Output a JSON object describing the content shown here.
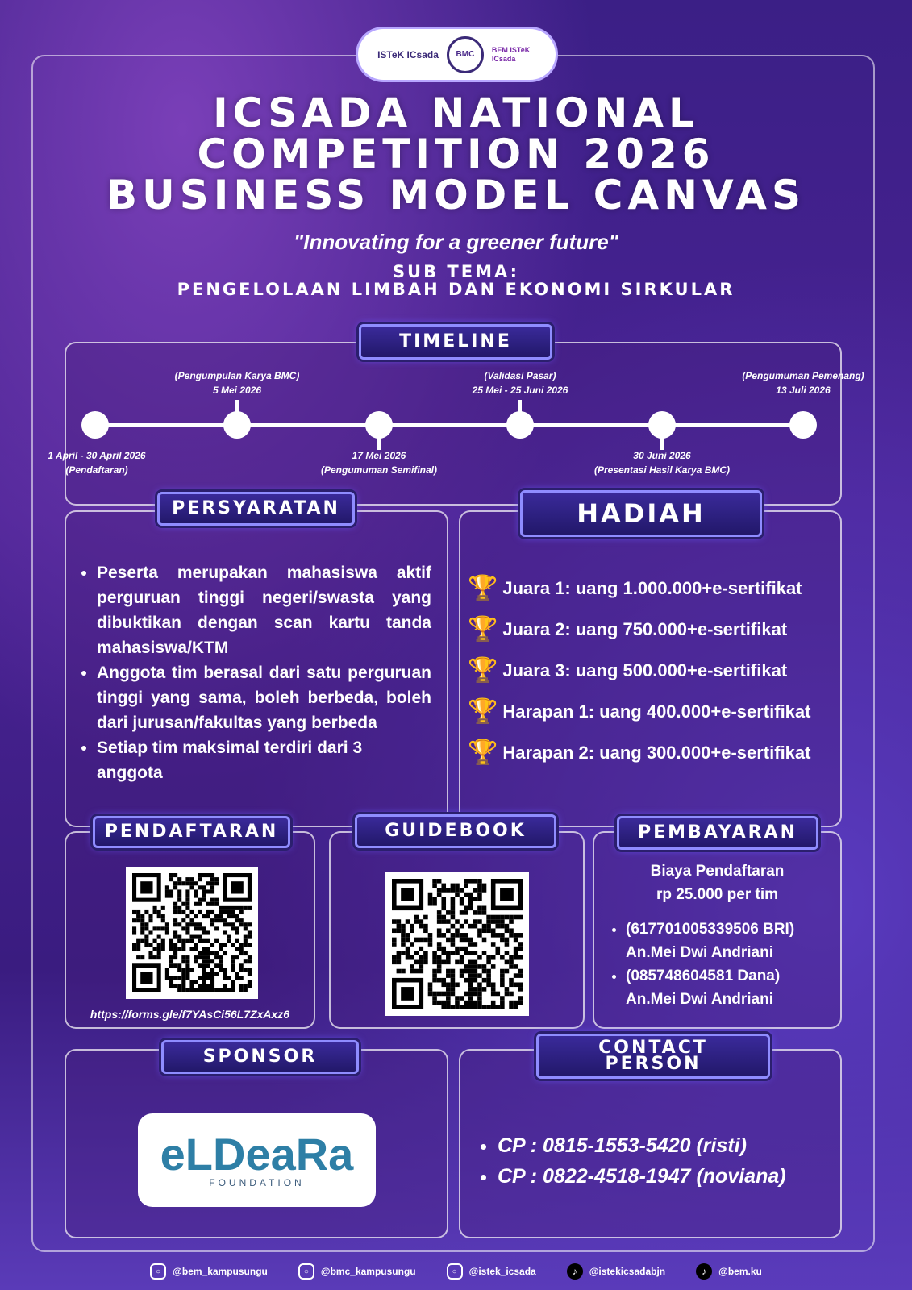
{
  "logos": {
    "istek": "ISTeK ICsada",
    "bmc": "BMC",
    "bem": "BEM ISTeK ICsada"
  },
  "title": {
    "line1": "ICSADA NATIONAL",
    "line2": "COMPETITION 2026",
    "line3": "BUSINESS MODEL CANVAS"
  },
  "quote": "\"Innovating for a greener future\"",
  "subtema": {
    "label": "SUB TEMA:",
    "text": "PENGELOLAAN LIMBAH DAN EKONOMI SIRKULAR"
  },
  "timeline": {
    "label": "TIMELINE",
    "events": [
      {
        "date": "1 April - 30 April 2026",
        "name": "(Pendaftaran)"
      },
      {
        "date": "5 Mei 2026",
        "name": "(Pengumpulan Karya BMC)"
      },
      {
        "date": "17 Mei 2026",
        "name": "(Pengumuman Semifinal)"
      },
      {
        "date": "25 Mei - 25 Juni 2026",
        "name": "(Validasi Pasar)"
      },
      {
        "date": "30 Juni 2026",
        "name": "(Presentasi Hasil Karya BMC)"
      },
      {
        "date": "13 Juli 2026",
        "name": "(Pengumuman Pemenang)"
      }
    ]
  },
  "persyaratan": {
    "label": "PERSYARATAN",
    "items": [
      "Peserta merupakan mahasiswa aktif perguruan tinggi negeri/swasta yang dibuktikan dengan scan kartu tanda mahasiswa/KTM",
      "Anggota tim berasal dari satu perguruan tinggi yang sama, boleh berbeda, boleh dari jurusan/fakultas yang berbeda",
      "Setiap tim maksimal terdiri dari 3 anggota"
    ]
  },
  "hadiah": {
    "label": "HADIAH",
    "items": [
      "Juara 1: uang 1.000.000+e-sertifikat",
      "Juara 2: uang 750.000+e-sertifikat",
      "Juara 3: uang 500.000+e-sertifikat",
      "Harapan 1: uang 400.000+e-sertifikat",
      "Harapan 2: uang 300.000+e-sertifikat"
    ]
  },
  "pendaftaran": {
    "label": "PENDAFTARAN",
    "link": "https://forms.gle/f7YAsCi56L7ZxAxz6"
  },
  "guidebook": {
    "label": "GUIDEBOOK"
  },
  "pembayaran": {
    "label": "PEMBAYARAN",
    "fee_title": "Biaya Pendaftaran",
    "fee": "rp 25.000 per tim",
    "accounts": [
      {
        "number": "(617701005339506 BRI)",
        "name": "An.Mei Dwi Andriani"
      },
      {
        "number": "(085748604581 Dana)",
        "name": "An.Mei Dwi Andriani"
      }
    ]
  },
  "sponsor": {
    "label": "SPONSOR",
    "name": "eLDeaRa",
    "sub": "FOUNDATION"
  },
  "contact": {
    "label1": "CONTACT",
    "label2": "PERSON",
    "items": [
      "CP : 0815-1553-5420 (risti)",
      "CP : 0822-4518-1947 (noviana)"
    ]
  },
  "footer": [
    {
      "icon": "instagram-icon",
      "handle": "@bem_kampusungu"
    },
    {
      "icon": "instagram-icon",
      "handle": "@bmc_kampusungu"
    },
    {
      "icon": "instagram-icon",
      "handle": "@istek_icsada"
    },
    {
      "icon": "tiktok-icon",
      "handle": "@istekicsadabjn"
    },
    {
      "icon": "tiktok-icon",
      "handle": "@bem.ku"
    }
  ]
}
